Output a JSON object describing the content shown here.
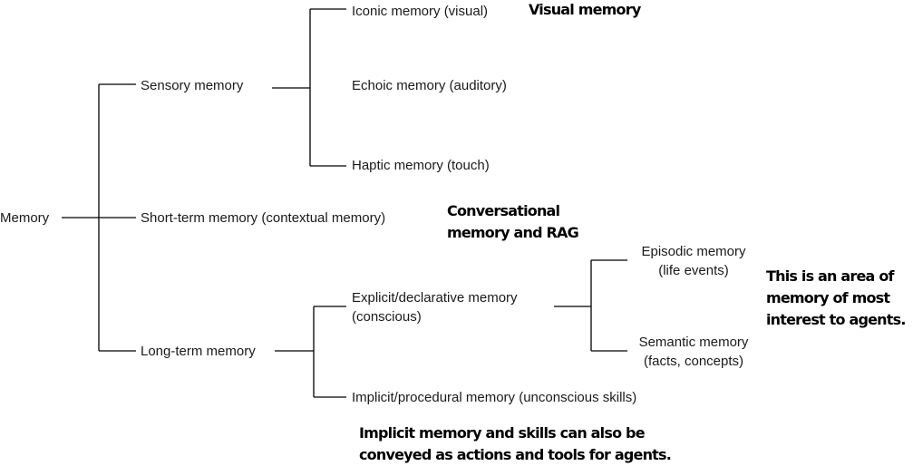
{
  "nodes": {
    "memory": "Memory",
    "sensory": "Sensory memory",
    "iconic": "Iconic memory (visual)",
    "echoic": "Echoic memory (auditory)",
    "haptic": "Haptic memory (touch)",
    "short_term": "Short-term memory (contextual memory)",
    "long_term": "Long-term memory",
    "explicit": [
      "Explicit/declarative memory",
      "(conscious)"
    ],
    "implicit": "Implicit/procedural memory (unconscious skills)",
    "episodic": [
      "Episodic memory",
      "(life events)"
    ],
    "semantic": [
      "Semantic memory",
      "(facts, concepts)"
    ]
  },
  "notes": {
    "visual": "Visual memory",
    "conversational": [
      "Conversational",
      "memory and RAG"
    ],
    "agents_interest": [
      "This is an area of",
      "memory of most",
      "interest to agents."
    ],
    "implicit_skills": [
      "Implicit memory and skills can also be",
      "conveyed as actions and tools for agents."
    ]
  }
}
